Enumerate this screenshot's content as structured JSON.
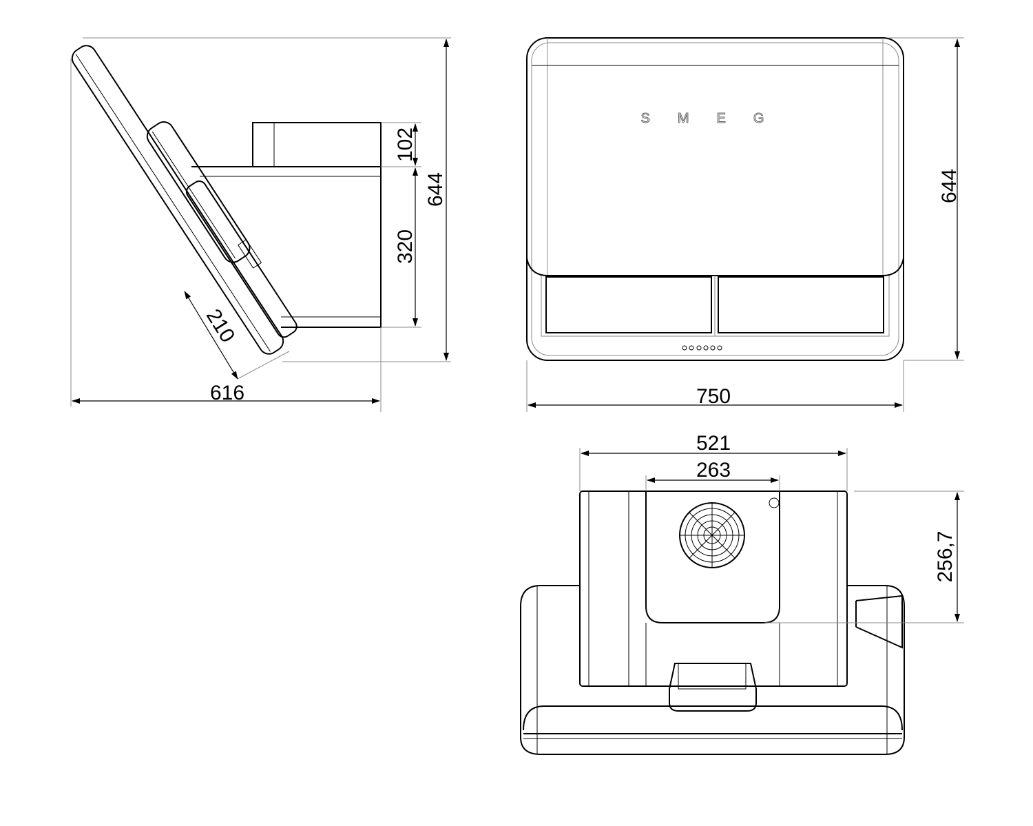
{
  "drawing": {
    "brand_logo": "SMEG",
    "side_view": {
      "dimensions": {
        "chimney_height": "102",
        "body_height": "320",
        "total_height": "644",
        "depth": "616",
        "panel_offset": "210"
      }
    },
    "front_view": {
      "dimensions": {
        "total_height": "644",
        "width": "750"
      }
    },
    "top_view": {
      "dimensions": {
        "outer_width": "521",
        "duct_width": "263",
        "duct_depth": "256,7"
      }
    }
  }
}
